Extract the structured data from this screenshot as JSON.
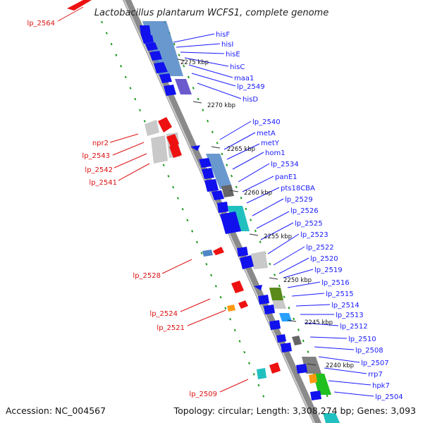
{
  "title": "Lactobacillus plantarum WCFS1, complete genome",
  "footer": {
    "accession": "Accession: NC_004567",
    "topology": "Topology: circular; Length: 3,308,274 bp; Genes: 3,093"
  },
  "kbp_marks": [
    "2275 kbp",
    "2270 kbp",
    "2265 kbp",
    "2260 kbp",
    "2255 kbp",
    "2250 kbp",
    "2245 kbp",
    "2240 kbp"
  ],
  "labels_forward": [
    "hisF",
    "hisI",
    "hisE",
    "hisC",
    "maa1",
    "lp_2549",
    "hisD",
    "lp_2540",
    "metA",
    "metY",
    "hom1",
    "lp_2534",
    "panE1",
    "pts18CBA",
    "lp_2529",
    "lp_2526",
    "lp_2525",
    "lp_2523",
    "lp_2522",
    "lp_2520",
    "lp_2519",
    "lp_2516",
    "lp_2515",
    "lp_2514",
    "lp_2513",
    "lp_2512",
    "lp_2510",
    "lp_2508",
    "lp_2507",
    "rrp7",
    "hpk7",
    "lp_2504"
  ],
  "labels_reverse": [
    "lp_2564",
    "npr2",
    "lp_2543",
    "lp_2542",
    "lp_2541",
    "lp_2528",
    "lp_2524",
    "lp_2521",
    "lp_2509"
  ],
  "colors": {
    "forward_label": "#1a1aff",
    "reverse_label": "#dd1111",
    "forward_gene": "#1111ee",
    "reverse_gene": "#ee1111",
    "backbone": "#808080",
    "dotted_track": "#1e9a1e"
  }
}
